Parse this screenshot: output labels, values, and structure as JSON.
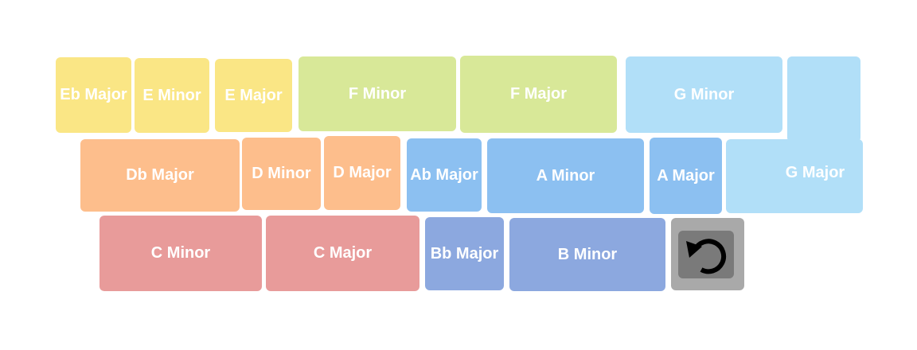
{
  "keys": {
    "eb_major": "Eb Major",
    "e_minor": "E Minor",
    "e_major": "E Major",
    "f_minor": "F Minor",
    "f_major": "F Major",
    "g_minor": "G Minor",
    "blank": "",
    "db_major": "Db Major",
    "d_minor": "D Minor",
    "d_major": "D Major",
    "ab_major": "Ab Major",
    "a_minor": "A Minor",
    "a_major": "A Major",
    "g_major": "G Major",
    "c_minor": "C Minor",
    "c_major": "C Major",
    "bb_major": "Bb Major",
    "b_minor": "B Minor"
  },
  "undo": {
    "icon": "undo-icon"
  },
  "colors": {
    "yellow": "#fae685",
    "lime": "#d8e898",
    "sky": "#b1dff8",
    "orange": "#fdbe8c",
    "blue": "#8cc0f1",
    "red": "#e89b9a",
    "indigo": "#8ca8df",
    "undo_outer": "#a9a9a9",
    "undo_inner": "#7a7a7a"
  }
}
